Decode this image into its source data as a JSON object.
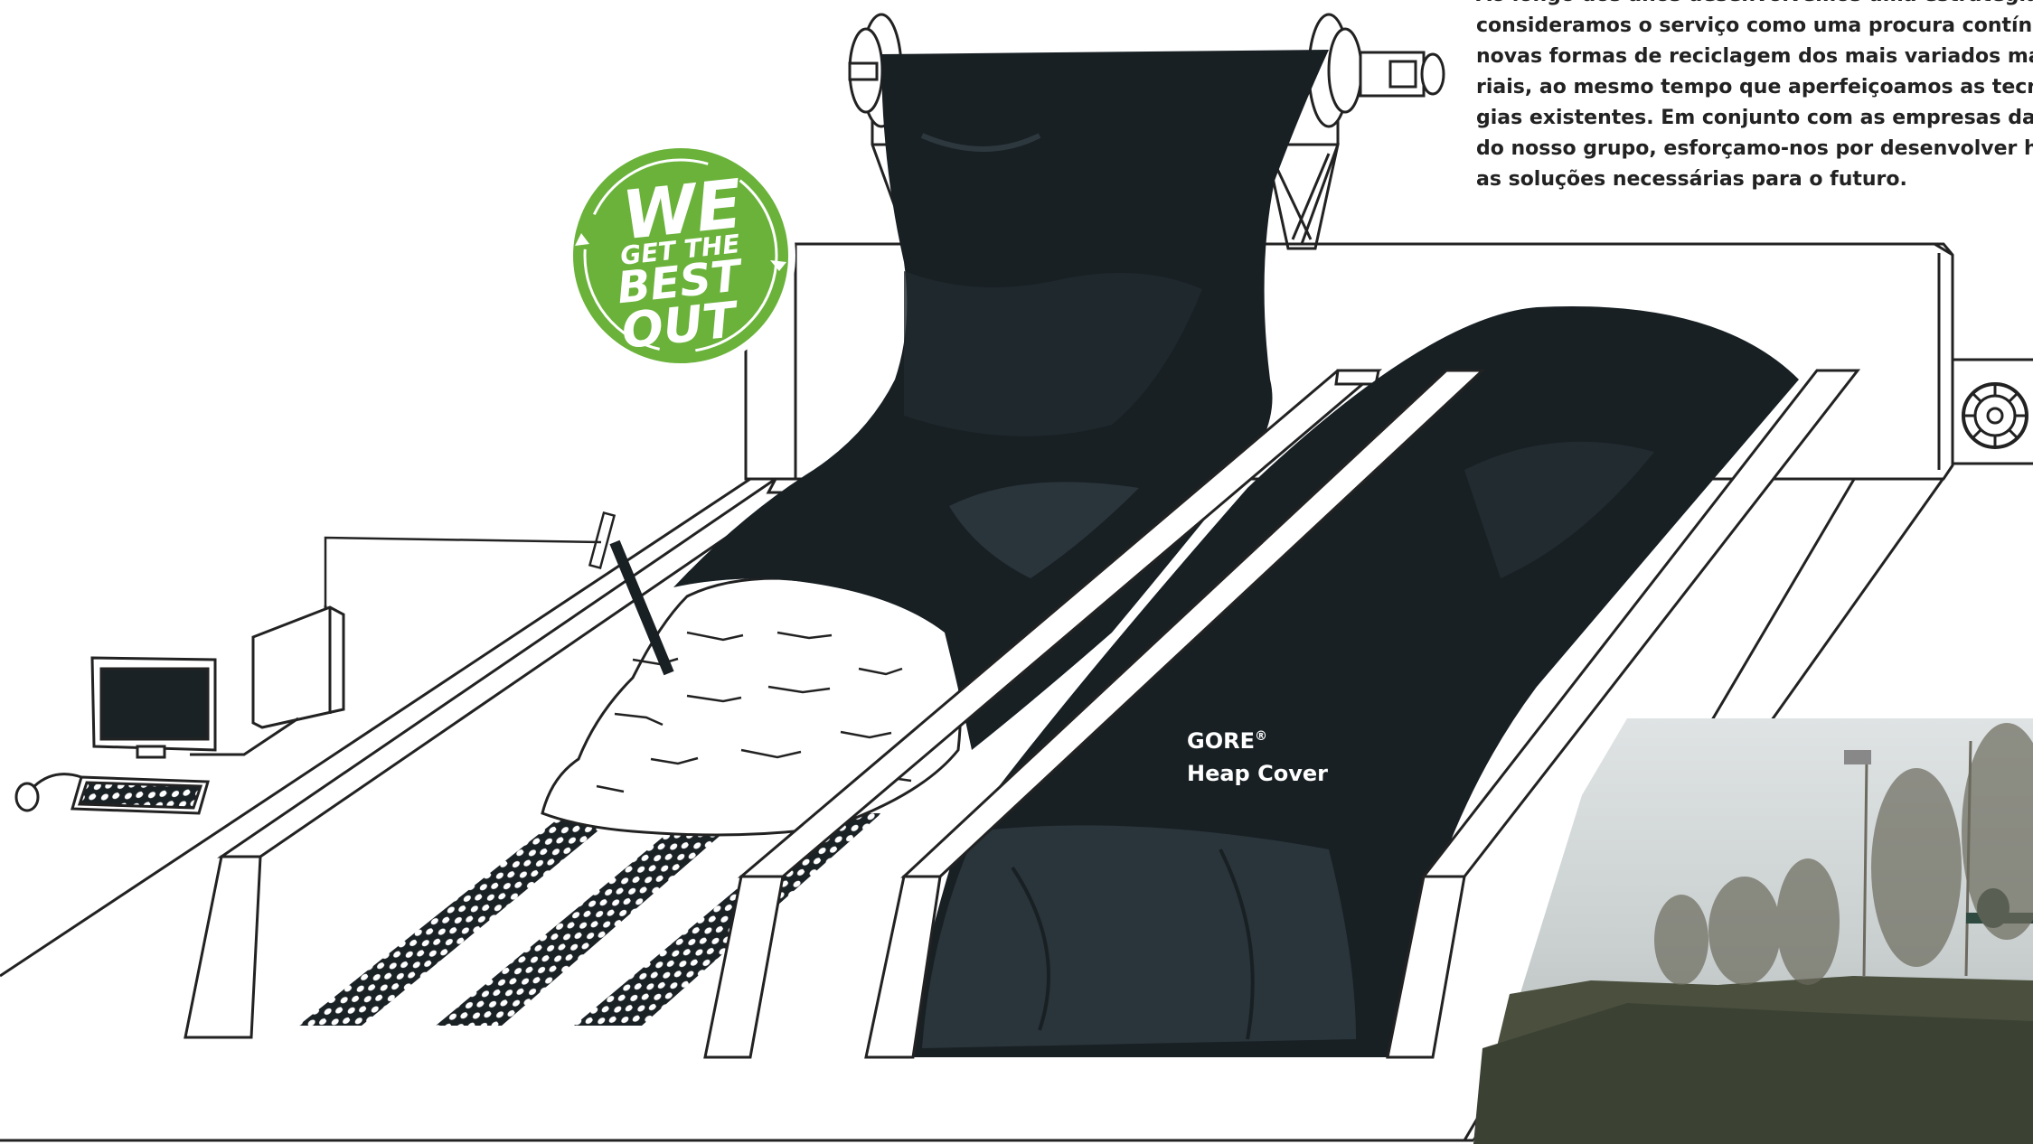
{
  "intro_text": {
    "lines": [
      "Ao longo dos anos desenvolvemos uma estratégia de serviço",
      "consideramos o serviço como uma procura contínua de",
      "novas formas de reciclagem dos mais variados mate-",
      "riais, ao mesmo tempo que aperfeiçoamos as tecnolo-",
      "gias existentes. Em conjunto com as empresas da rede",
      "do nosso grupo, esforçamo-nos por desenvolver hoje",
      "as soluções necessárias para o futuro."
    ]
  },
  "badge": {
    "line1": "WE",
    "line2": "GET THE",
    "line3": "BEST",
    "line4": "OUT",
    "color": "#6ab23a"
  },
  "cover_label": {
    "line1": "GORE",
    "line1_mark": "®",
    "line2": "Heap Cover"
  },
  "colors": {
    "cover": "#182024",
    "cover_shade": "#2a353b",
    "outline": "#222222"
  }
}
